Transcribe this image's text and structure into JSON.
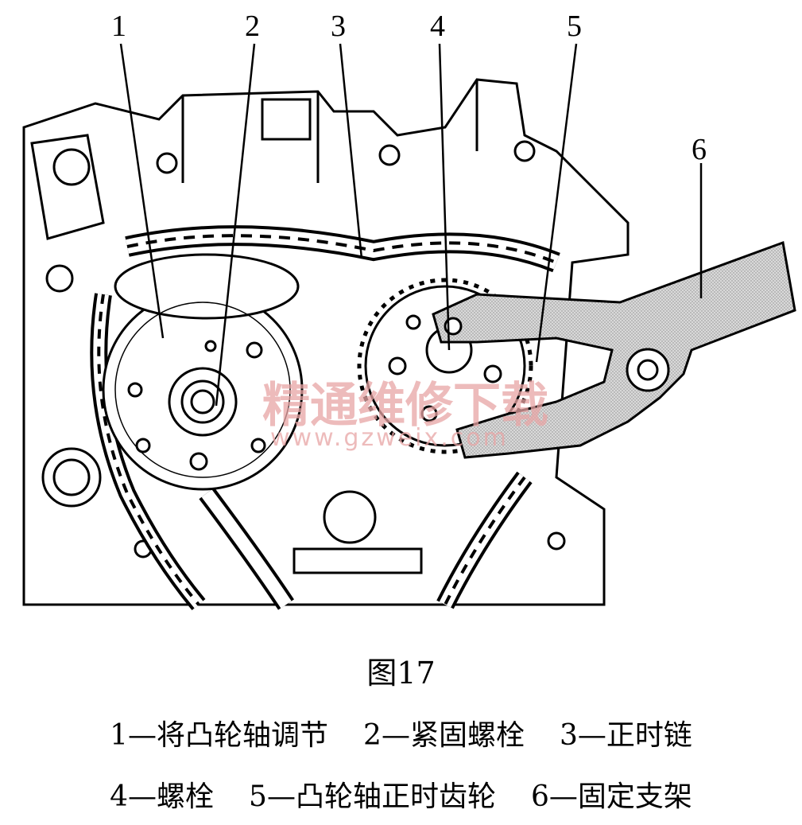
{
  "callouts": [
    "1",
    "2",
    "3",
    "4",
    "5",
    "6"
  ],
  "watermark": {
    "text": "精通维修下载",
    "url": "www.gzweix.com",
    "color": "#e8a5a5"
  },
  "caption": "图17",
  "legend": [
    "1—将凸轮轴调节",
    "2—紧固螺栓",
    "3—正时链",
    "4—螺栓",
    "5—凸轮轴正时齿轮",
    "6—固定支架"
  ]
}
